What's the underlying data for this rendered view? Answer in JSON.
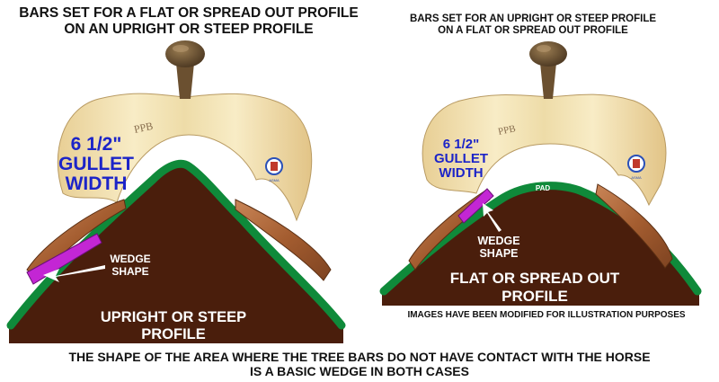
{
  "left_panel": {
    "title": "BARS SET FOR A FLAT OR SPREAD OUT PROFILE\nON AN UPRIGHT OR STEEP PROFILE",
    "gullet_width": "6 1/2\"\nGULLET\nWIDTH",
    "wedge_label": "WEDGE\nSHAPE",
    "profile_label": "UPRIGHT OR STEEP\nPROFILE"
  },
  "right_panel": {
    "title": "BARS SET FOR AN UPRIGHT OR STEEP PROFILE\nON A FLAT OR SPREAD OUT PROFILE",
    "gullet_width": "6 1/2\"\nGULLET\nWIDTH",
    "pad_label": "PAD",
    "wedge_label": "WEDGE\nSHAPE",
    "profile_label": "FLAT OR SPREAD OUT\nPROFILE",
    "disclaimer": "IMAGES HAVE BEEN MODIFIED FOR ILLUSTRATION PURPOSES"
  },
  "bottom_note": "THE SHAPE OF THE AREA WHERE THE TREE BARS DO NOT HAVE CONTACT WITH THE HORSE\nIS A BASIC WEDGE IN BOTH CASES",
  "logo_text": "ASMA",
  "colors": {
    "profile_fill": "#4a1e0c",
    "pad_green": "#0f8a3a",
    "wedge_purple": "#c326d4",
    "gullet_blue": "#1c24c8",
    "tree_wood": "#eedca8",
    "bar_wood": "#b36a3a",
    "horn_dark": "#5a4326"
  }
}
